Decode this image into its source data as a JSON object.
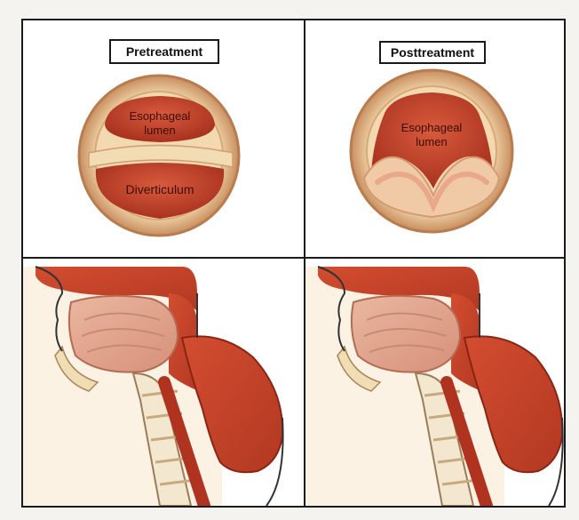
{
  "panels": {
    "pretreatment": {
      "title": "Pretreatment",
      "upper_label_line1": "Esophageal",
      "upper_label_line2": "lumen",
      "lower_label": "Diverticulum"
    },
    "posttreatment": {
      "title": "Posttreatment",
      "upper_label_line1": "Esophageal",
      "upper_label_line2": "lumen"
    }
  },
  "colors": {
    "frame": "#1a1a1a",
    "panel_bg": "#ffffff",
    "page_bg": "#f4f3f0",
    "tissue_red": "#c9442b",
    "tissue_dark": "#a23220",
    "ring_cream": "#ecd2a8",
    "muscle_pink": "#e3a98f",
    "bone_cream": "#f3e7d0"
  }
}
